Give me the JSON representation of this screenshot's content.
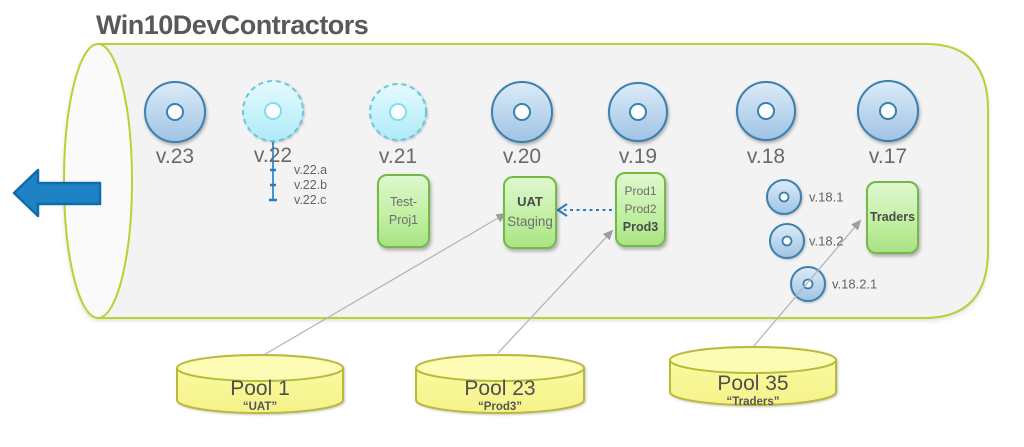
{
  "title": "Win10DevContractors",
  "versions": [
    {
      "label": "v.23"
    },
    {
      "label": "v.22"
    },
    {
      "label": "v.21"
    },
    {
      "label": "v.20"
    },
    {
      "label": "v.19"
    },
    {
      "label": "v.18"
    },
    {
      "label": "v.17"
    }
  ],
  "v22_branches": [
    "v.22.a",
    "v.22.b",
    "v.22.c"
  ],
  "v18_children": [
    "v.18.1",
    "v.18.2",
    "v.18.2.1"
  ],
  "boxes": {
    "test_proj": {
      "line1": "Test-",
      "line2": "Proj1"
    },
    "uat": {
      "line1": "UAT",
      "line2": "Staging"
    },
    "prod": {
      "line1": "Prod1",
      "line2": "Prod2",
      "line3": "Prod3"
    },
    "traders": {
      "label": "Traders"
    }
  },
  "pools": [
    {
      "name": "Pool 1",
      "tag": "“UAT”"
    },
    {
      "name": "Pool 23",
      "tag": "“Prod3”"
    },
    {
      "name": "Pool 35",
      "tag": "“Traders”"
    }
  ],
  "colors": {
    "cylinder_border": "#bccf33",
    "cylinder_fill": "#f3f3f3",
    "circle_blue_border": "#3b80ae",
    "circle_cyan_border": "#62c9e2",
    "box_green_border": "#76b847",
    "pool_yellow_border": "#b9b93c",
    "big_arrow_blue": "#1e82c4",
    "dashed_arrow_blue": "#2f7fc1",
    "connector_gray": "#9aa0a0",
    "title_gray": "#58595b"
  }
}
